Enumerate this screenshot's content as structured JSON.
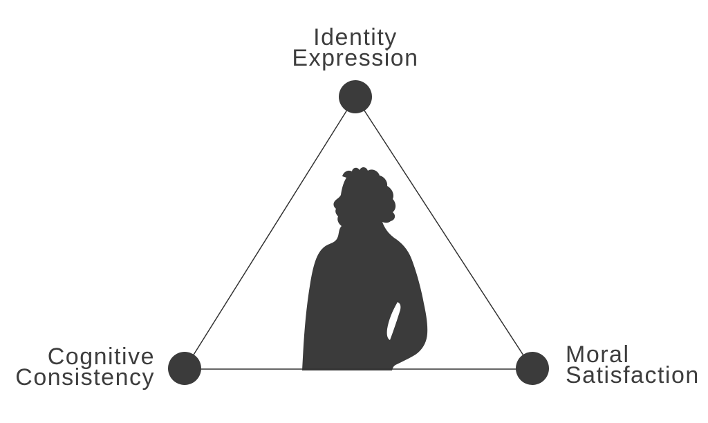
{
  "colors": {
    "ink": "#3b3b3b",
    "text": "#3d3d3d",
    "line": "#333333",
    "background": "#ffffff"
  },
  "diagram": {
    "shape": "triangle",
    "center_icon": "person-silhouette-looking-up",
    "nodes": [
      {
        "position": "top",
        "line1": "Identity",
        "line2": "Expression"
      },
      {
        "position": "bottom-left",
        "line1": "Cognitive",
        "line2": "Consistency"
      },
      {
        "position": "bottom-right",
        "line1": "Moral",
        "line2": "Satisfaction"
      }
    ]
  }
}
